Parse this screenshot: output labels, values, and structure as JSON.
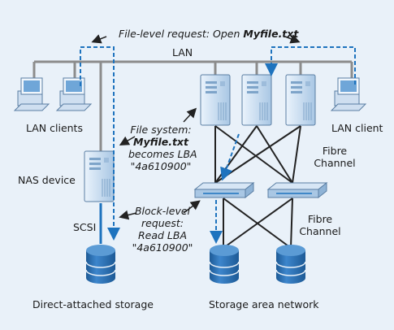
{
  "diagram": {
    "request_label_pre": "File-level request: Open ",
    "request_label_file": "Myfile.txt",
    "lan_label": "LAN",
    "lan_clients_label": "LAN clients",
    "lan_client_label": "LAN client",
    "nas_label": "NAS device",
    "scsi_label": "SCSI",
    "fs_line1": "File system:",
    "fs_line2": "Myfile.txt",
    "fs_line3": "becomes LBA",
    "fs_line4": "\"4a610900\"",
    "block_line1": "Block-level",
    "block_line2": "request:",
    "block_line3": "Read LBA",
    "block_line4": "\"4a610900\"",
    "fc_upper_line1": "Fibre",
    "fc_upper_line2": "Channel",
    "fc_lower_line1": "Fibre",
    "fc_lower_line2": "Channel",
    "das_label": "Direct-attached storage",
    "san_label": "Storage area network"
  },
  "colors": {
    "background": "#e9f1f9",
    "lan_line": "#8c8c8c",
    "storage_blue": "#2a6fb3",
    "arrow_blue": "#1e73be",
    "server_face": "#d7e6f5",
    "fibre_line": "#222222"
  }
}
